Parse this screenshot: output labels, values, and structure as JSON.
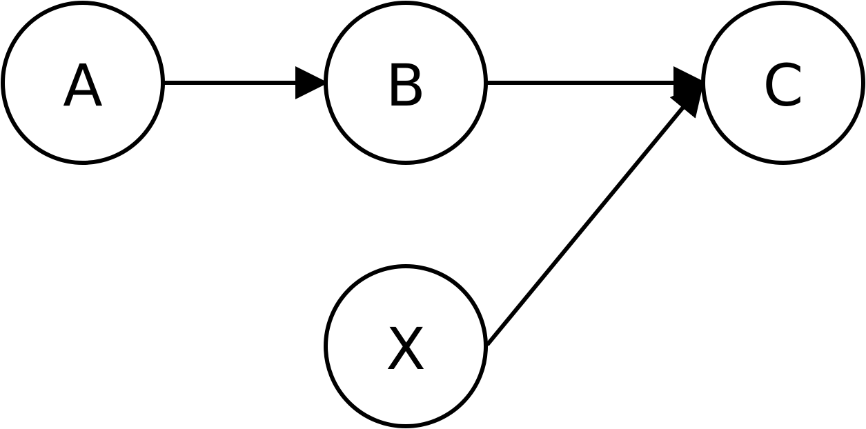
{
  "diagram": {
    "nodes": [
      {
        "id": "A",
        "label": "A"
      },
      {
        "id": "B",
        "label": "B"
      },
      {
        "id": "C",
        "label": "C"
      },
      {
        "id": "X",
        "label": "X"
      }
    ],
    "edges": [
      {
        "from": "A",
        "to": "B"
      },
      {
        "from": "B",
        "to": "C"
      },
      {
        "from": "X",
        "to": "C"
      }
    ],
    "colors": {
      "stroke": "#000000",
      "fill": "#ffffff"
    }
  }
}
